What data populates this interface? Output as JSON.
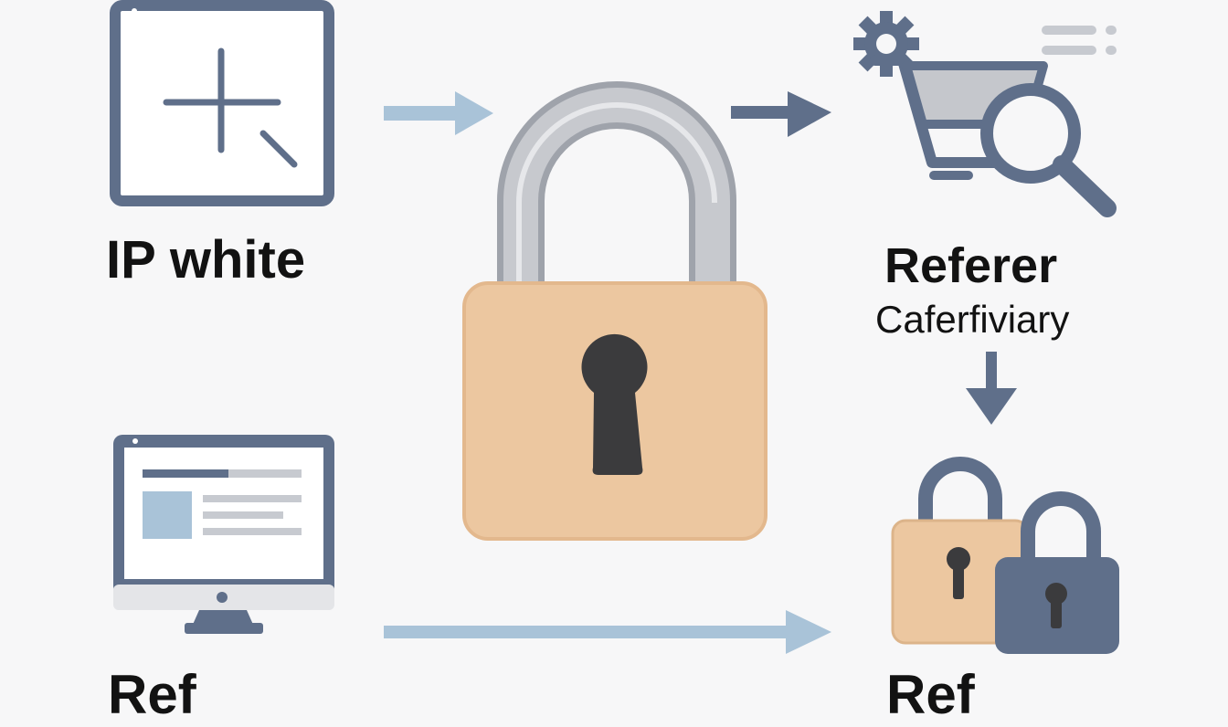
{
  "labels": {
    "ip_white": "IP white",
    "referer": "Referer",
    "referer_sub": "Caferfiviary",
    "bottom_left_partial": "Ref",
    "bottom_right_partial": "Ref"
  },
  "icons": {
    "window": "crosshair-window-icon",
    "cart": "cart-gear-search-icon",
    "padlock": "padlock-icon",
    "monitor": "desktop-monitor-icon",
    "double_lock": "double-padlock-icon"
  },
  "colors": {
    "background": "#f7f7f8",
    "slate": "#5f6f8a",
    "light_blue": "#a9c3d8",
    "tan": "#ecc7a0",
    "silver": "#c7c9ce",
    "text": "#121212"
  }
}
